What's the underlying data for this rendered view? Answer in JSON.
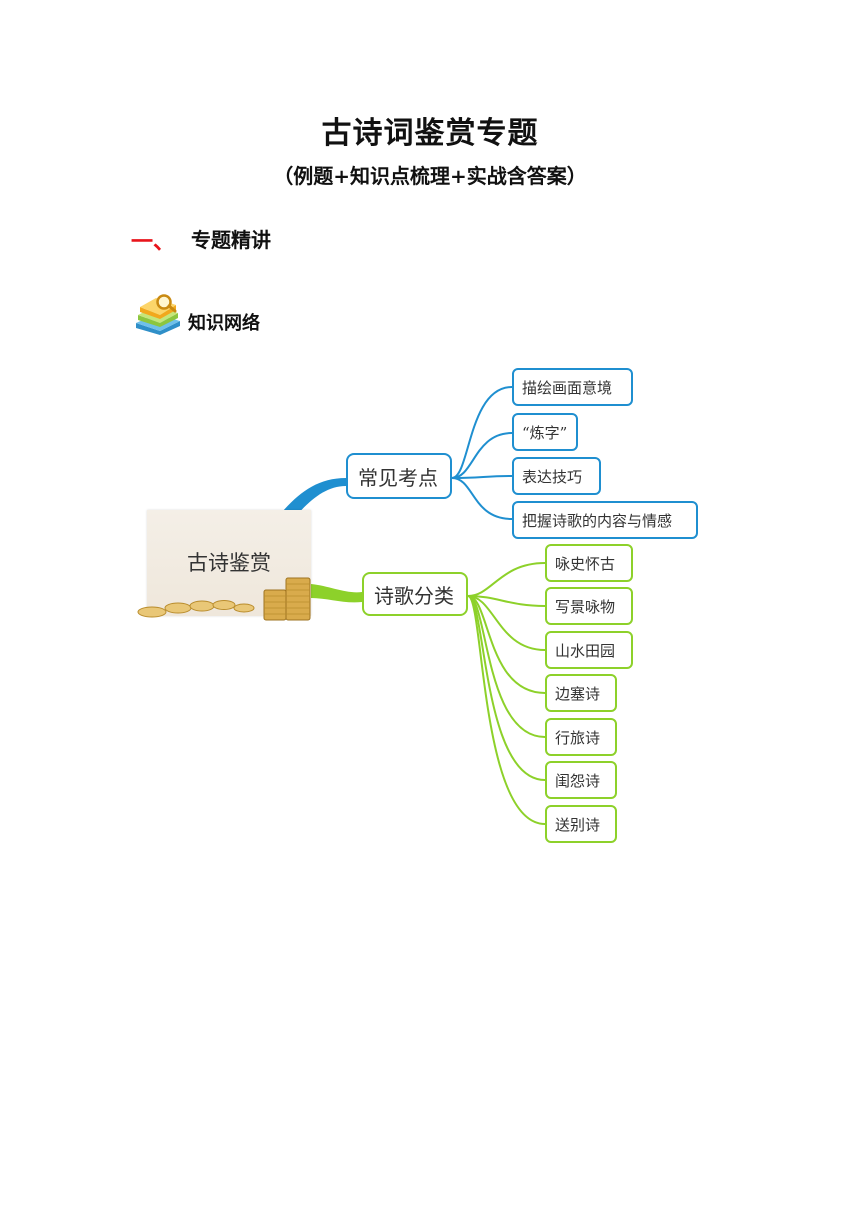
{
  "doc": {
    "title": "古诗词鉴赏专题",
    "subtitle": "（例题+知识点梳理+实战含答案）",
    "section": {
      "number": "一、",
      "title": "专题精讲"
    },
    "knowledge_label": "知识网络"
  },
  "mindmap": {
    "root": "古诗鉴赏",
    "branches": [
      {
        "label": "常见考点",
        "color": "#1f8fd0",
        "children": [
          "描绘画面意境",
          "“炼字”",
          "表达技巧",
          "把握诗歌的内容与情感"
        ]
      },
      {
        "label": "诗歌分类",
        "color": "#8dd12a",
        "children": [
          "咏史怀古",
          "写景咏物",
          "山水田园",
          "边塞诗",
          "行旅诗",
          "闺怨诗",
          "送别诗"
        ]
      }
    ]
  }
}
